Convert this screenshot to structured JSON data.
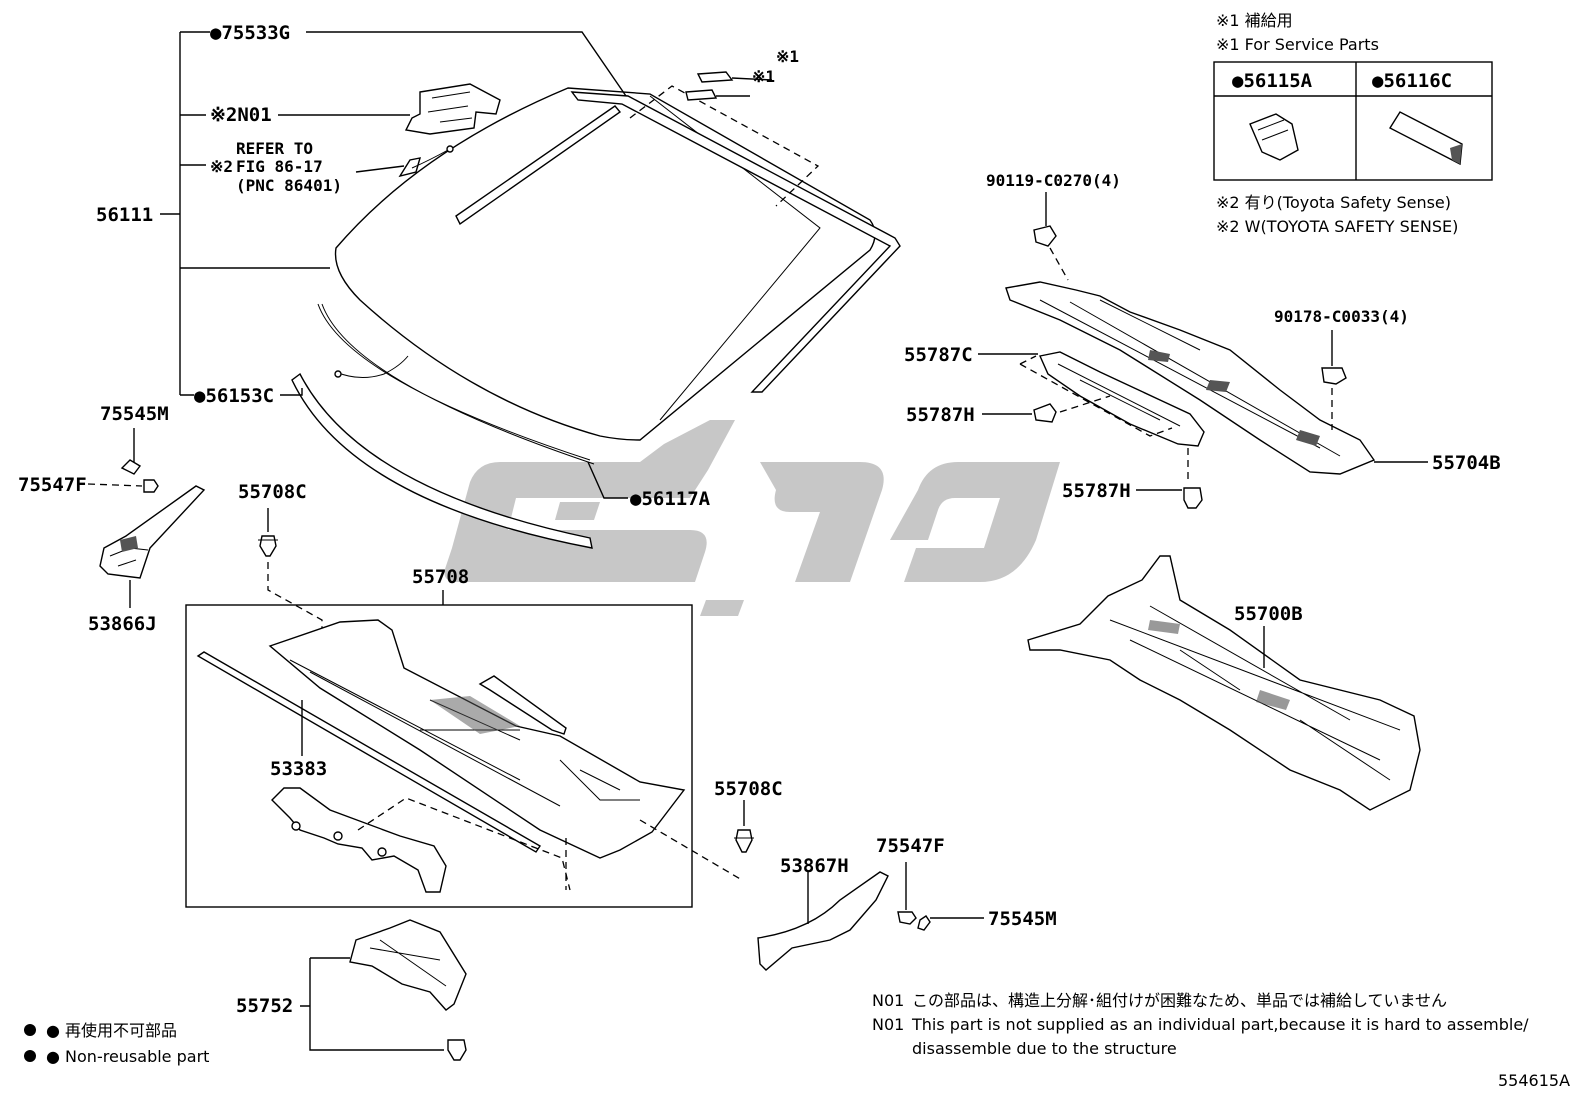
{
  "labels": {
    "l75533G": "●75533G",
    "mark1a": "※1",
    "mark1b": "※1",
    "n01": "※2N01",
    "referTo": "REFER TO",
    "mark2a": "※2",
    "fig": "FIG 86-17",
    "pnc": "(PNC 86401)",
    "l56111": "56111",
    "l56153C": "●56153C",
    "l56117A": "●56117A",
    "l75545M_left": "75545M",
    "l75547F_left": "75547F",
    "l53866J": "53866J",
    "l55708C_top": "55708C",
    "l55708": "55708",
    "l53383": "53383",
    "l55708C_bottom": "55708C",
    "l53867H": "53867H",
    "l75547F_right": "75547F",
    "l75545M_right": "75545M",
    "l55752": "55752",
    "l90119": "90119-C0270(4)",
    "l55787C": "55787C",
    "l55787H_a": "55787H",
    "l55787H_b": "55787H",
    "l90178": "90178-C0033(4)",
    "l55704B": "55704B",
    "l55700B": "55700B"
  },
  "legend_top": {
    "line1": "※1 補給用",
    "line2": "※1 For Service Parts",
    "box_left": "●56115A",
    "box_right": "●56116C",
    "line3": "※2 有り(Toyota Safety Sense)",
    "line4": "※2 W(TOYOTA SAFETY SENSE)"
  },
  "legend_bottom_left": {
    "line1": "● 再使用不可部品",
    "line2": "● Non-reusable part"
  },
  "notes": {
    "n01_label_a": "N01",
    "n01_jp": "この部品は、構造上分解･組付けが困難なため、単品では補給していません",
    "n01_label_b": "N01",
    "n01_en1": "This part is not supplied as an individual part,because it is hard to assemble/",
    "n01_en2": "disassemble due to the structure"
  },
  "figure_id": "554615A",
  "colors": {
    "ink": "#000000",
    "watermark": "#bdbdbd",
    "background": "#ffffff"
  }
}
